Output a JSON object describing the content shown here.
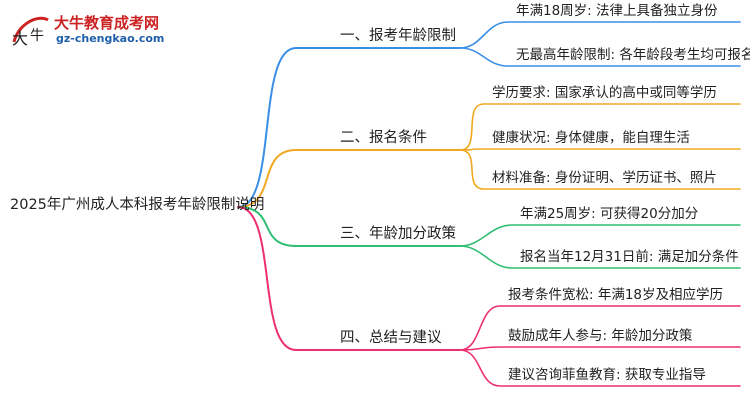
{
  "logo": {
    "brand": "大牛教育成考网",
    "domain": "gz-chengkao.com",
    "seal_text": "大牛"
  },
  "root": {
    "label": "2025年广州成人本科报考年龄限制说明"
  },
  "branches": [
    {
      "label": "一、报考年龄限制",
      "color": "#3b8ee6",
      "leaves": [
        "年满18周岁: 法律上具备独立身份",
        "无最高年龄限制: 各年龄段考生均可报名"
      ]
    },
    {
      "label": "二、报名条件",
      "color": "#f0a820",
      "leaves": [
        "学历要求: 国家承认的高中或同等学历",
        "健康状况: 身体健康，能自理生活",
        "材料准备: 身份证明、学历证书、照片"
      ]
    },
    {
      "label": "三、年龄加分政策",
      "color": "#2fbf71",
      "leaves": [
        "年满25周岁: 可获得20分加分",
        "报名当年12月31日前: 满足加分条件"
      ]
    },
    {
      "label": "四、总结与建议",
      "color": "#ee2f6f",
      "leaves": [
        "报考条件宽松: 年满18岁及相应学历",
        "鼓励成年人参与: 年龄加分政策",
        "建议咨询菲鱼教育: 获取专业指导"
      ]
    }
  ]
}
